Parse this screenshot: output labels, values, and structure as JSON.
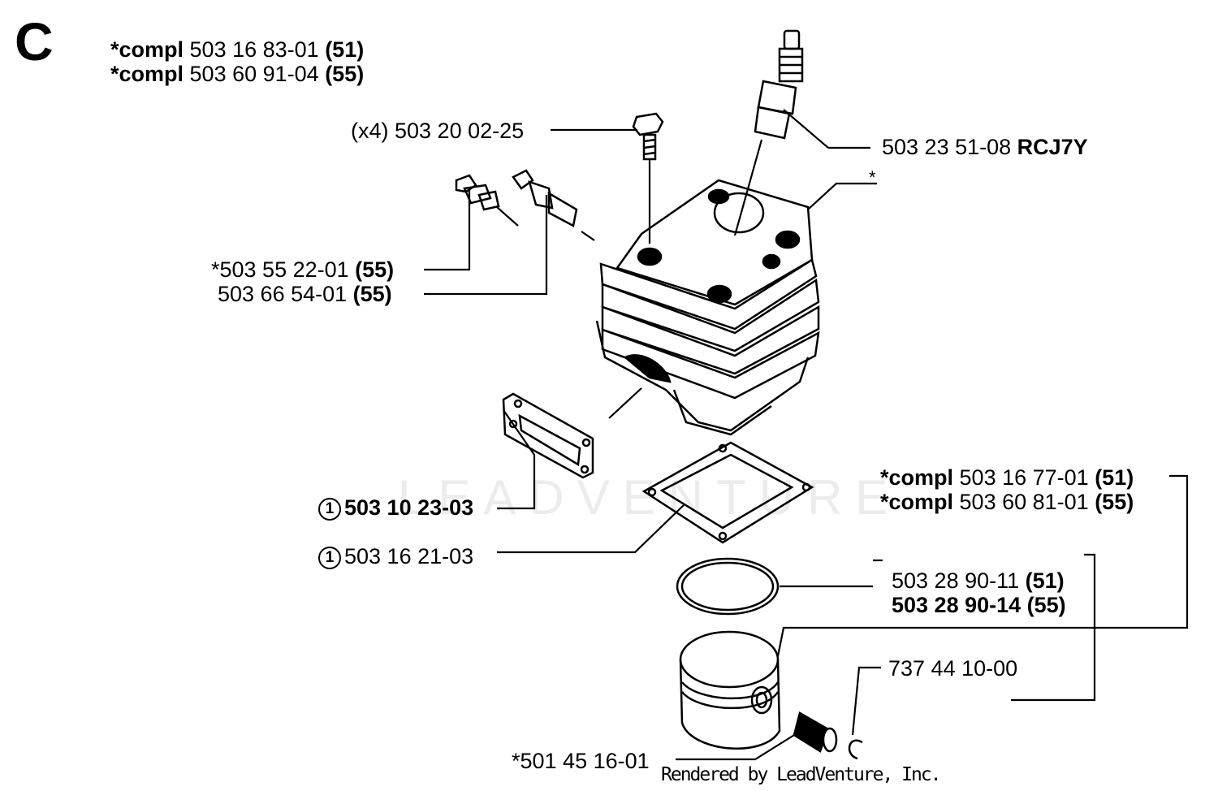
{
  "section_letter": "C",
  "watermark": "LEADVENTURE",
  "footer": "Rendered by LeadVenture, Inc.",
  "labels": {
    "compl_51": {
      "prefix": "*compl",
      "part": " 503 16 83-01 ",
      "suffix": "(51)"
    },
    "compl_55": {
      "prefix": "*compl",
      "part": " 503 60 91-04 ",
      "suffix": "(55)"
    },
    "bolt": {
      "text": "(x4) 503 20 02-25"
    },
    "spark_plug": {
      "part": "503 23 51-08 ",
      "suffix": "RCJ7Y"
    },
    "cylinder_star": {
      "text": "*"
    },
    "decomp_valve": {
      "part": "*503 55 22-01 ",
      "suffix": "(55)"
    },
    "fitting": {
      "part": "503 66 54-01 ",
      "suffix": "(55)"
    },
    "exhaust_gasket": {
      "marker": "1",
      "part": "503 10 23-03"
    },
    "base_gasket": {
      "marker": "1",
      "part": "503 16 21-03"
    },
    "piston_compl_51": {
      "prefix": "*compl",
      "part": " 503 16 77-01 ",
      "suffix": "(51)"
    },
    "piston_compl_55": {
      "prefix": "*compl",
      "part": " 503 60 81-01 ",
      "suffix": "(55)"
    },
    "ring_51": {
      "part": "503 28 90-11 ",
      "suffix": "(51)"
    },
    "ring_55": {
      "part": "503 28 90-14 ",
      "suffix": "(55)"
    },
    "circlip": {
      "text": "737 44 10-00"
    },
    "bearing": {
      "text": "*501 45 16-01"
    }
  }
}
